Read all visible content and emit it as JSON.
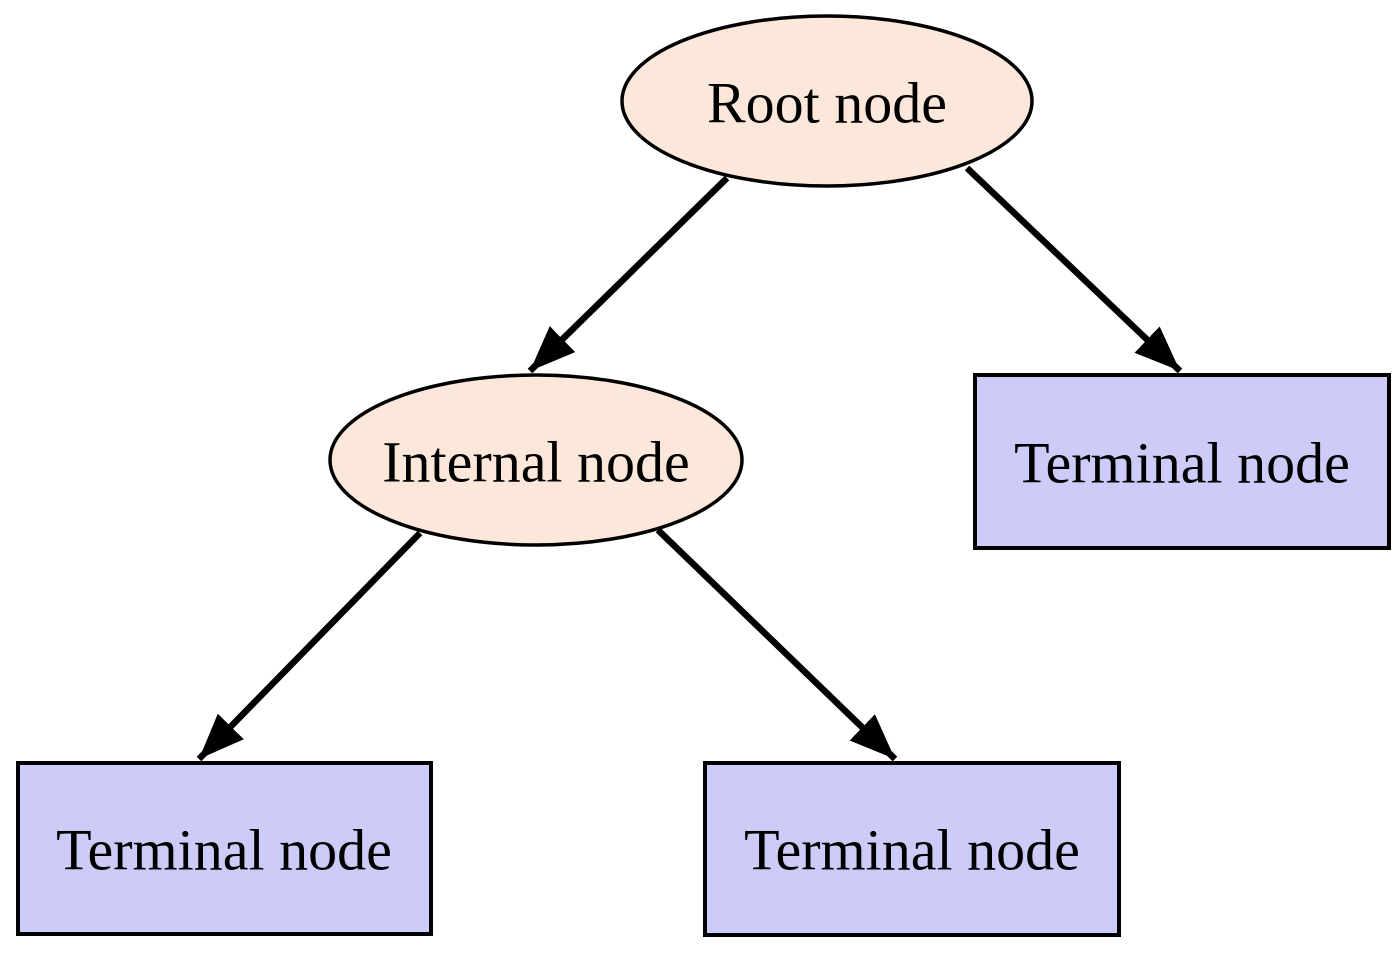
{
  "diagram": {
    "type": "decision-tree",
    "background_color": "#ffffff",
    "outline_color": "#000000",
    "edge_color": "#000000",
    "nodes": {
      "root": {
        "label": "Root node",
        "shape": "ellipse",
        "fill": "#fce8da",
        "stroke": "#000000"
      },
      "internal": {
        "label": "Internal node",
        "shape": "ellipse",
        "fill": "#fce8da",
        "stroke": "#000000"
      },
      "terminal_right": {
        "label": "Terminal node",
        "shape": "rect",
        "fill": "#cdccf8",
        "stroke": "#000000"
      },
      "terminal_left": {
        "label": "Terminal node",
        "shape": "rect",
        "fill": "#cdccf8",
        "stroke": "#000000"
      },
      "terminal_center": {
        "label": "Terminal node",
        "shape": "rect",
        "fill": "#cdccf8",
        "stroke": "#000000"
      }
    },
    "edges": [
      {
        "from": "root",
        "to": "internal"
      },
      {
        "from": "root",
        "to": "terminal_right"
      },
      {
        "from": "internal",
        "to": "terminal_left"
      },
      {
        "from": "internal",
        "to": "terminal_center"
      }
    ]
  }
}
